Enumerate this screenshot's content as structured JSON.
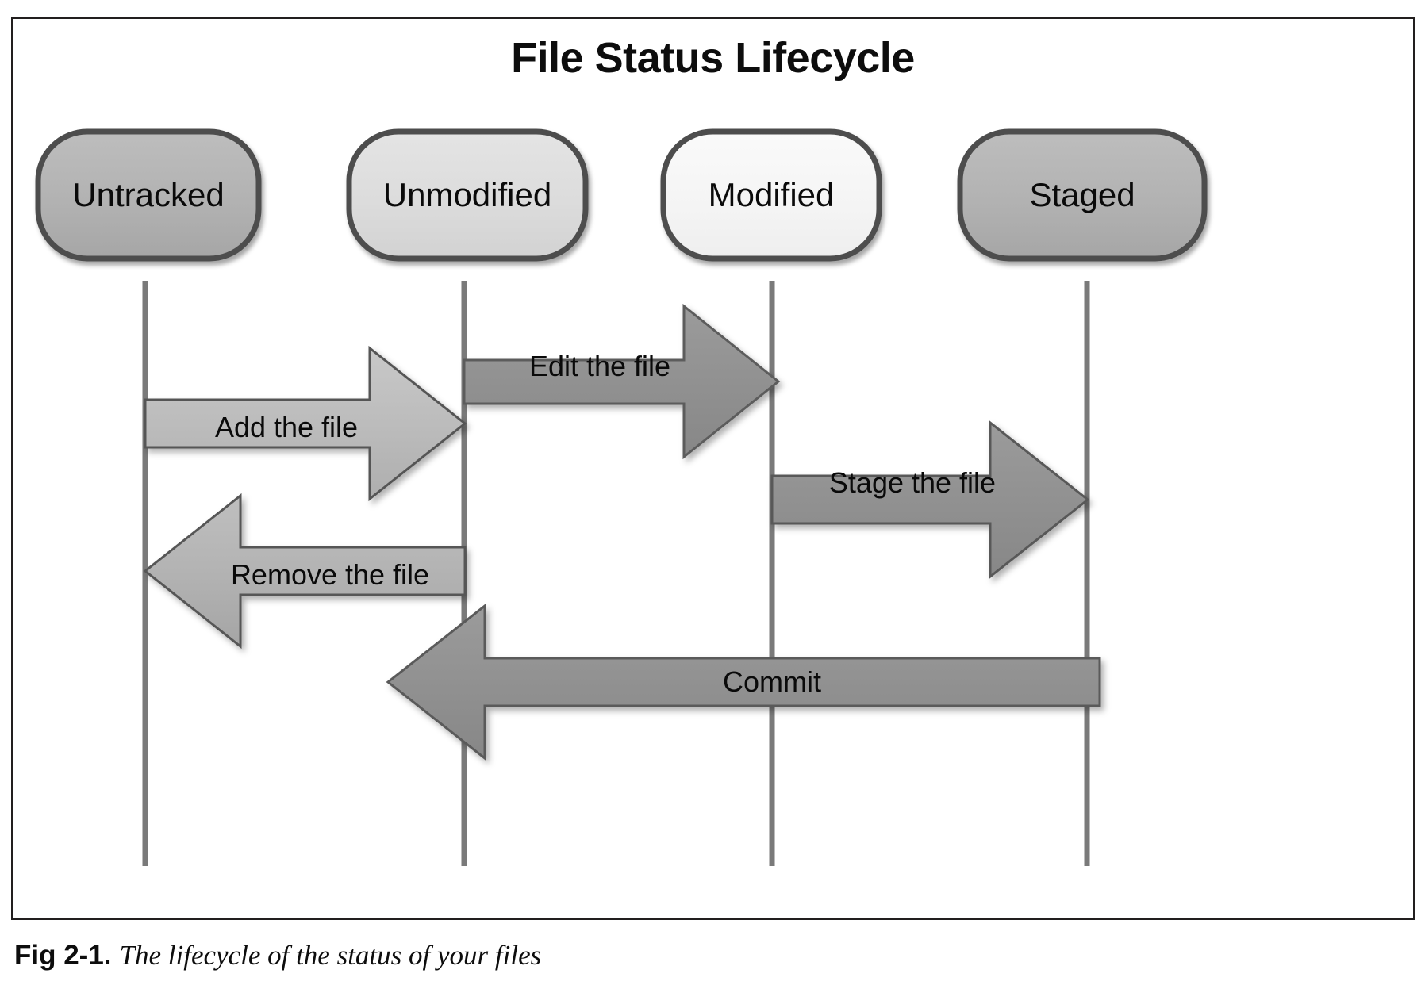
{
  "figure": {
    "title": "File Status Lifecycle",
    "caption_label": "Fig 2-1.",
    "caption_text": "The lifecycle of the status of your files"
  },
  "colors": {
    "frame_border": "#221f1f",
    "box_border": "#4d4d4d",
    "box_fill_dark": "#b0b0b0",
    "box_fill_light": "#dcdcdc",
    "box_fill_white": "#f4f4f4",
    "lifeline": "#7a7a7a",
    "arrow_light": "#bdbdbd",
    "arrow_medium": "#a8a8a8",
    "arrow_dark": "#8f8f8f",
    "arrow_darkest": "#8a8a8a",
    "text": "#0a0a0a"
  },
  "states": [
    {
      "id": "untracked",
      "label": "Untracked",
      "fill": "#b0b0b0"
    },
    {
      "id": "unmodified",
      "label": "Unmodified",
      "fill": "#dcdcdc"
    },
    {
      "id": "modified",
      "label": "Modified",
      "fill": "#f4f4f4"
    },
    {
      "id": "staged",
      "label": "Staged",
      "fill": "#b0b0b0"
    }
  ],
  "transitions": [
    {
      "id": "add",
      "label": "Add the file",
      "from": "untracked",
      "to": "unmodified",
      "direction": "right",
      "fill": "#bdbdbd"
    },
    {
      "id": "edit",
      "label": "Edit the file",
      "from": "unmodified",
      "to": "modified",
      "direction": "right",
      "fill": "#909090"
    },
    {
      "id": "remove",
      "label": "Remove the file",
      "from": "unmodified",
      "to": "untracked",
      "direction": "left",
      "fill": "#b4b4b4"
    },
    {
      "id": "stage",
      "label": "Stage the file",
      "from": "modified",
      "to": "staged",
      "direction": "right",
      "fill": "#8f8f8f"
    },
    {
      "id": "commit",
      "label": "Commit",
      "from": "staged",
      "to": "unmodified",
      "direction": "left",
      "fill": "#8e8e8e"
    }
  ],
  "chart_data": {
    "type": "diagram",
    "title": "File Status Lifecycle",
    "nodes": [
      "Untracked",
      "Unmodified",
      "Modified",
      "Staged"
    ],
    "edges": [
      {
        "label": "Add the file",
        "source": "Untracked",
        "target": "Unmodified"
      },
      {
        "label": "Edit the file",
        "source": "Unmodified",
        "target": "Modified"
      },
      {
        "label": "Remove the file",
        "source": "Unmodified",
        "target": "Untracked"
      },
      {
        "label": "Stage the file",
        "source": "Modified",
        "target": "Staged"
      },
      {
        "label": "Commit",
        "source": "Staged",
        "target": "Unmodified"
      }
    ]
  }
}
